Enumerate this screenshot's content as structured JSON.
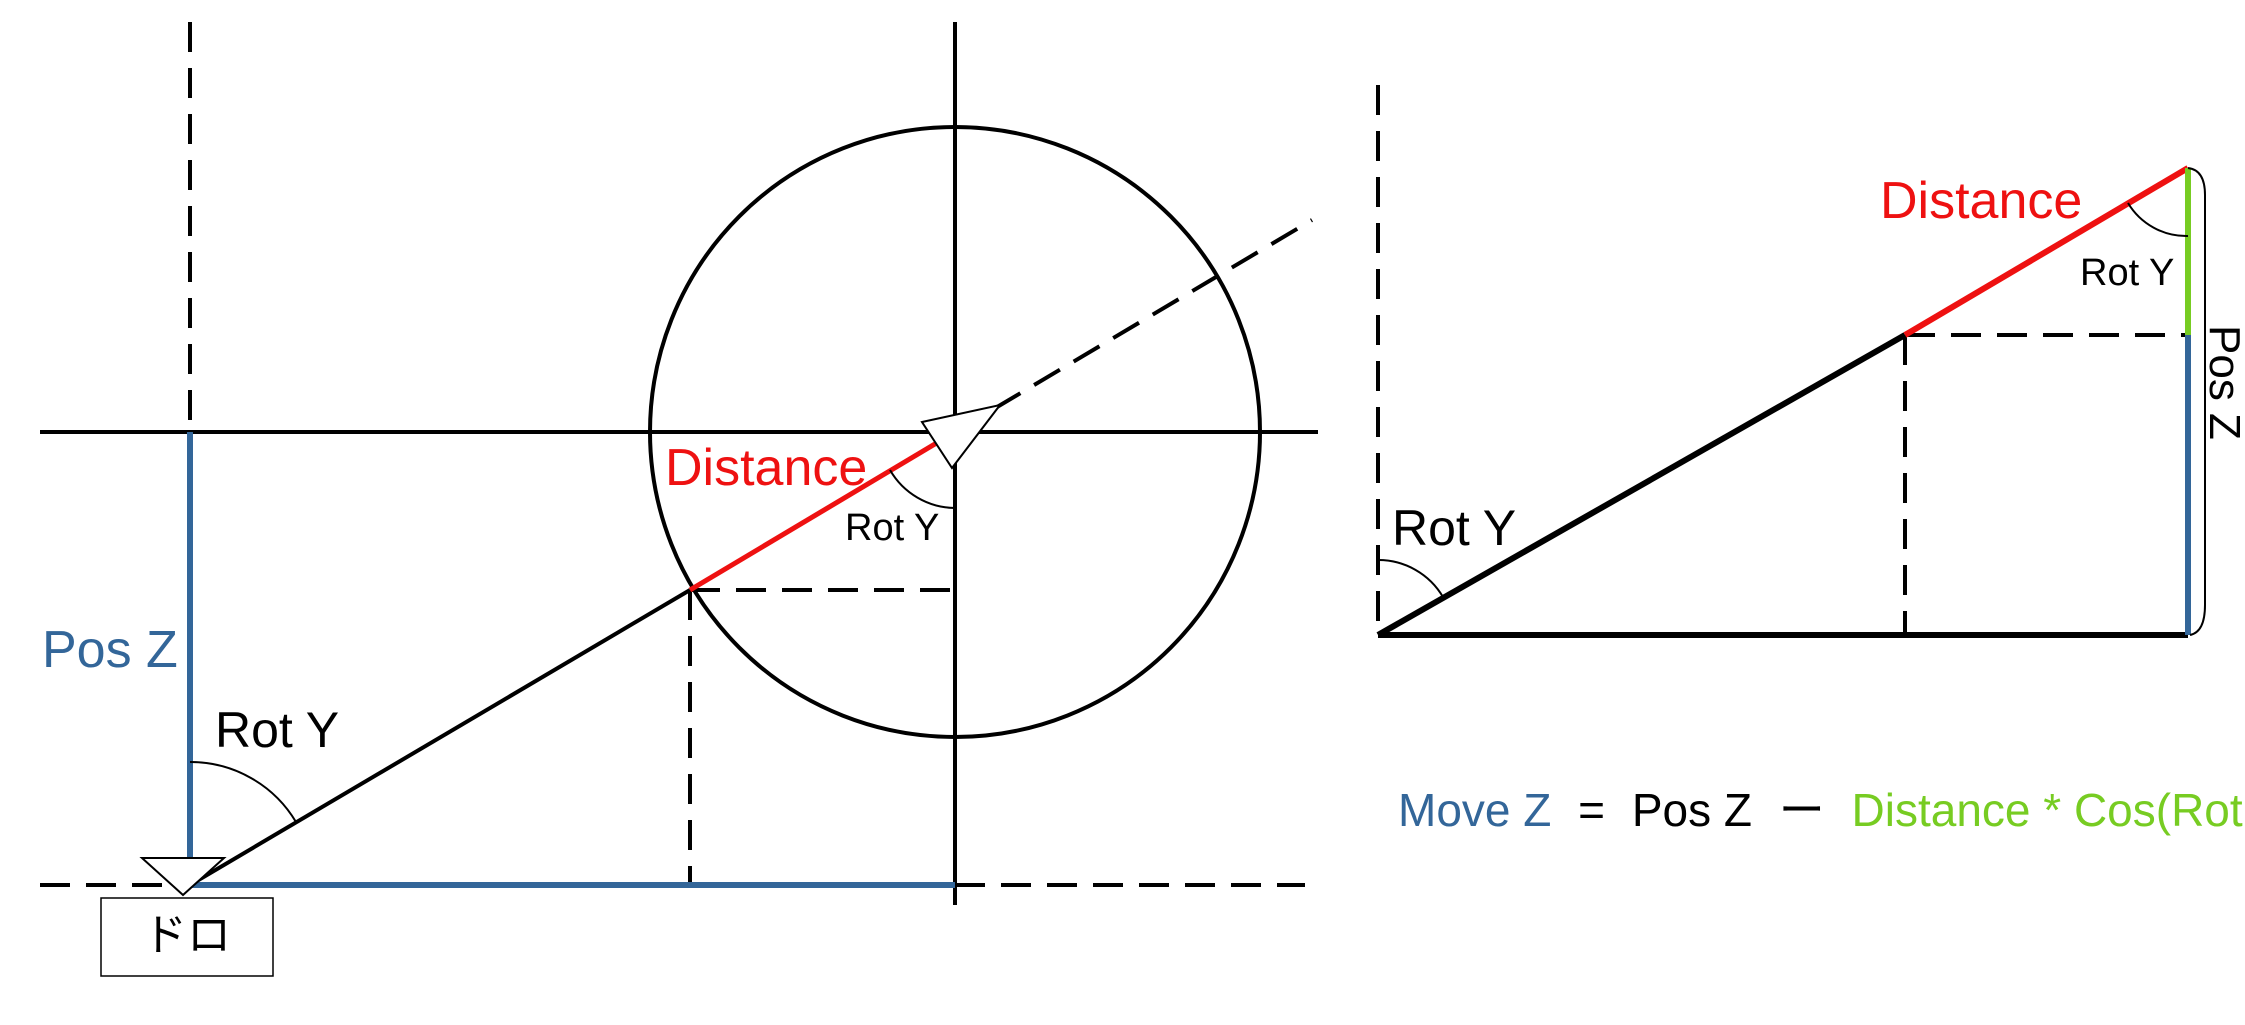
{
  "left_diagram": {
    "pos_z_label": "Pos Z",
    "rot_y_label_large": "Rot Y",
    "rot_y_label_small": "Rot Y",
    "distance_label": "Distance",
    "origin_box_label": "ドロ"
  },
  "right_diagram": {
    "rot_y_label_large": "Rot Y",
    "rot_y_label_small": "Rot Y",
    "distance_label": "Distance",
    "pos_z_label": "Pos Z"
  },
  "formula": {
    "move_z": "Move Z",
    "equals": "=",
    "pos_z": "Pos Z",
    "minus": "ー",
    "distance_term": "Distance * Cos(Rot Y)"
  },
  "colors": {
    "blue": "#336699",
    "red": "#ee1111",
    "green": "#77cc22",
    "black": "#000000"
  }
}
